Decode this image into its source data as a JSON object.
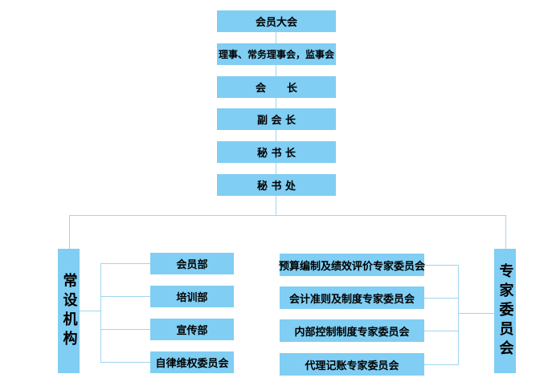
{
  "hierarchy": [
    "会员大会",
    "理事、常务理事会，监事会",
    "会　　长",
    "副 会 长",
    "秘 书 长",
    "秘 书 处"
  ],
  "left_branch": {
    "label": "常设机构",
    "items": [
      "会员部",
      "培训部",
      "宣传部",
      "自律维权委员会"
    ]
  },
  "right_branch": {
    "label": "专家委员会",
    "items": [
      "预算编制及绩效评价专家委员会",
      "会计准则及制度专家委员会",
      "内部控制制度专家委员会",
      "代理记账专家委员会"
    ]
  },
  "colors": {
    "box_fill": "#80cef3",
    "connector": "#9fd6f0"
  }
}
